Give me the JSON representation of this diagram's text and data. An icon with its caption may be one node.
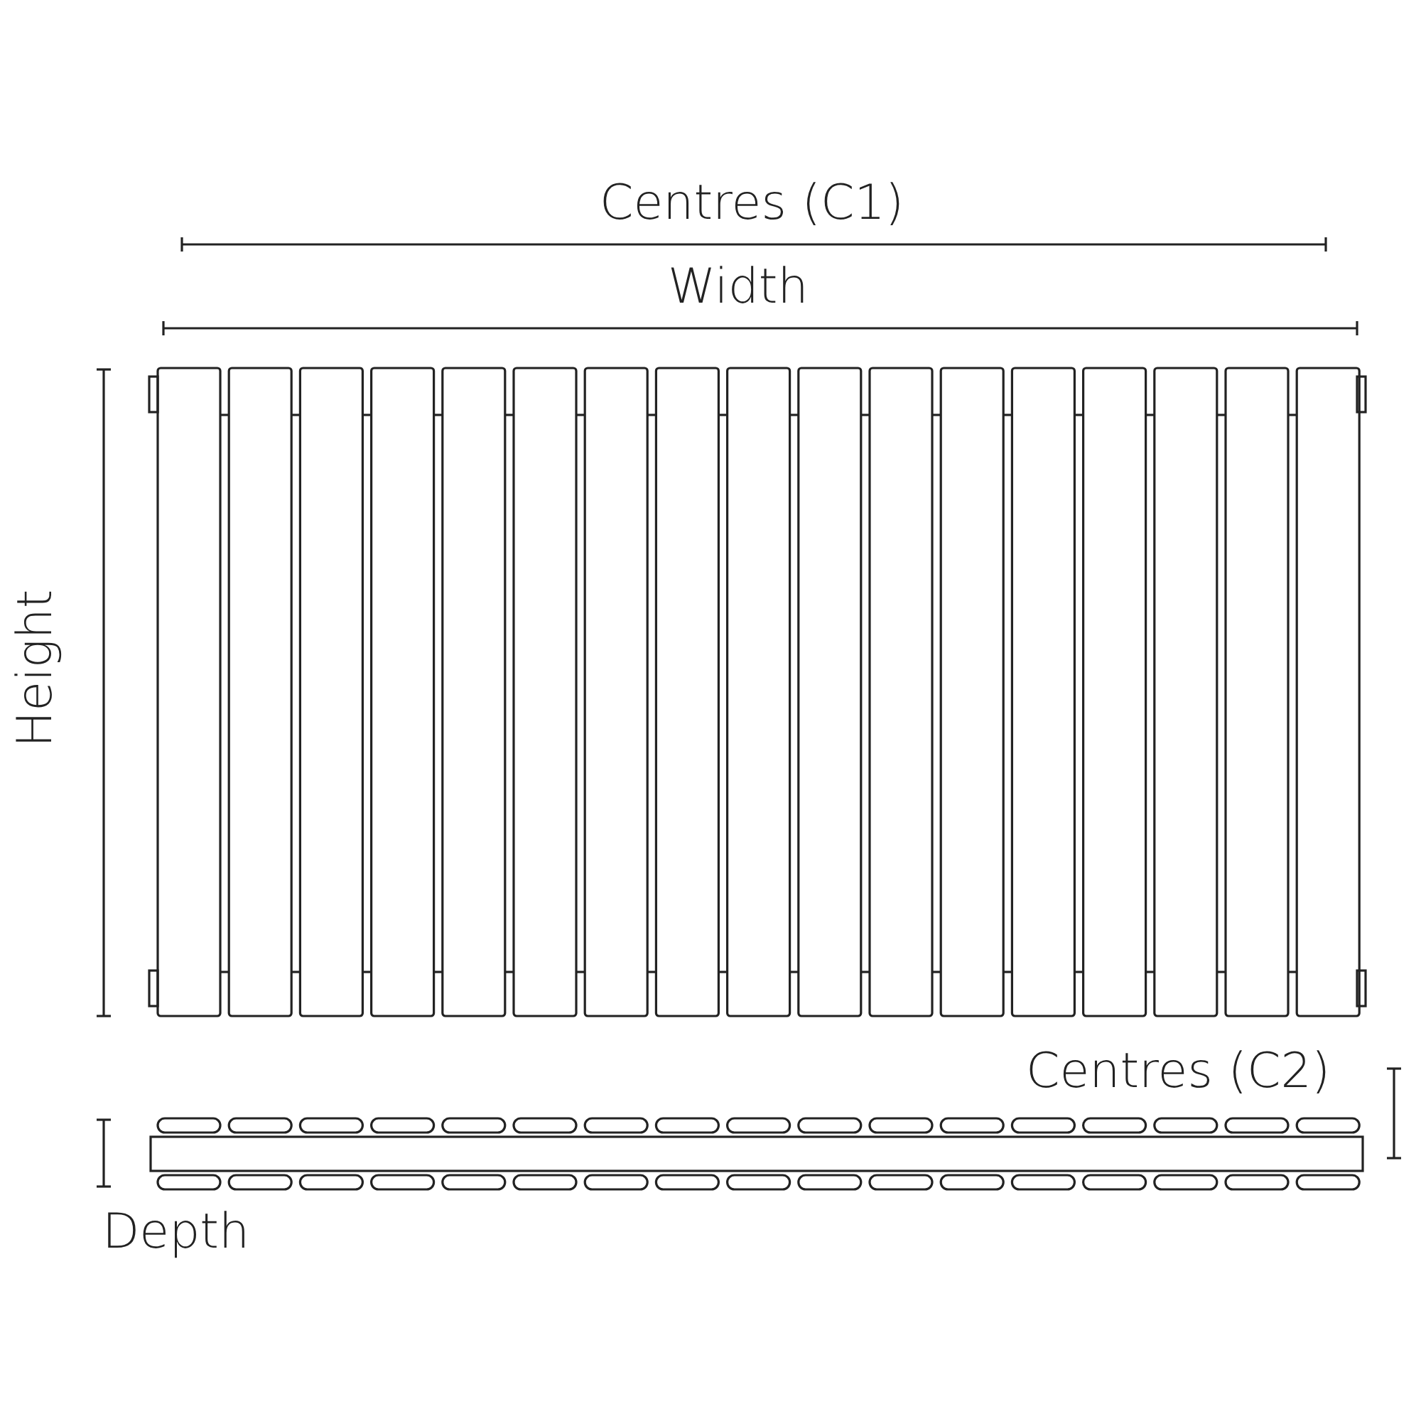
{
  "diagram": {
    "labels": [
      "Centres (C1)",
      "Width",
      "Height",
      "Centres (C2)",
      "Depth"
    ]
  }
}
